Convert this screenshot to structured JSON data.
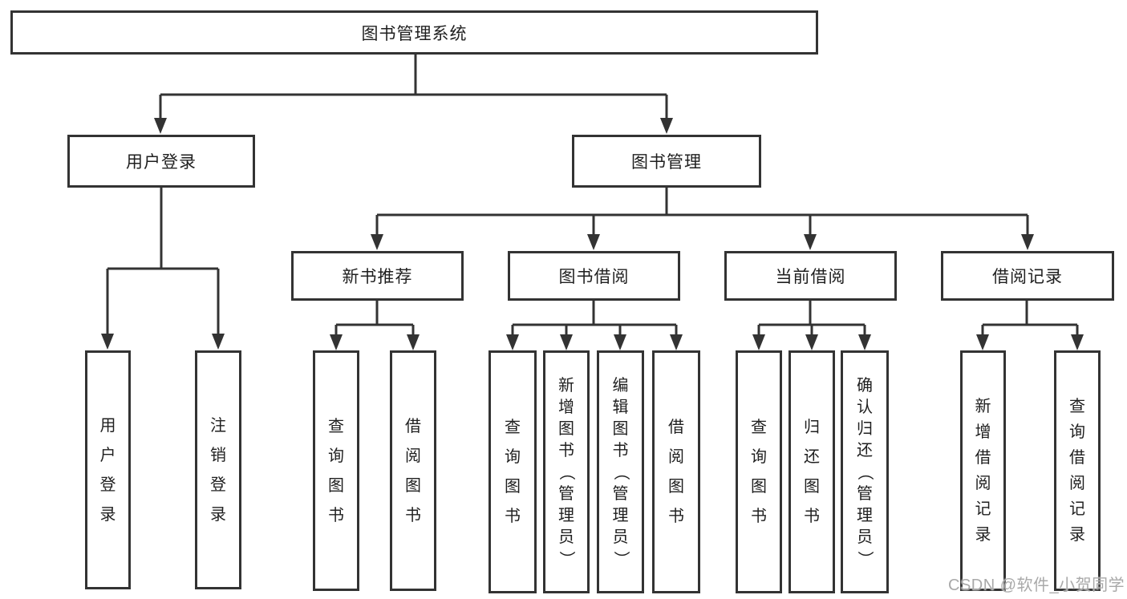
{
  "diagram_title": "图书管理系统",
  "tree": {
    "root": "图书管理系统",
    "branches": [
      {
        "label": "用户登录",
        "children": [
          "用户登录",
          "注销登录"
        ]
      },
      {
        "label": "图书管理",
        "sections": [
          {
            "label": "新书推荐",
            "children": [
              "查询图书",
              "借阅图书"
            ]
          },
          {
            "label": "图书借阅",
            "children": [
              "查询图书",
              "新增图书（管理员）",
              "编辑图书（管理员）",
              "借阅图书"
            ]
          },
          {
            "label": "当前借阅",
            "children": [
              "查询图书",
              "归还图书",
              "确认归还（管理员）"
            ]
          },
          {
            "label": "借阅记录",
            "children": [
              "新增借阅记录",
              "查询借阅记录"
            ]
          }
        ]
      }
    ]
  },
  "watermark": "CSDN @软件_小贺同学",
  "colors": {
    "line": "#333333",
    "border": "#333333",
    "text": "#1f1f1f",
    "background": "#ffffff",
    "watermark": "#a9a9a9"
  }
}
